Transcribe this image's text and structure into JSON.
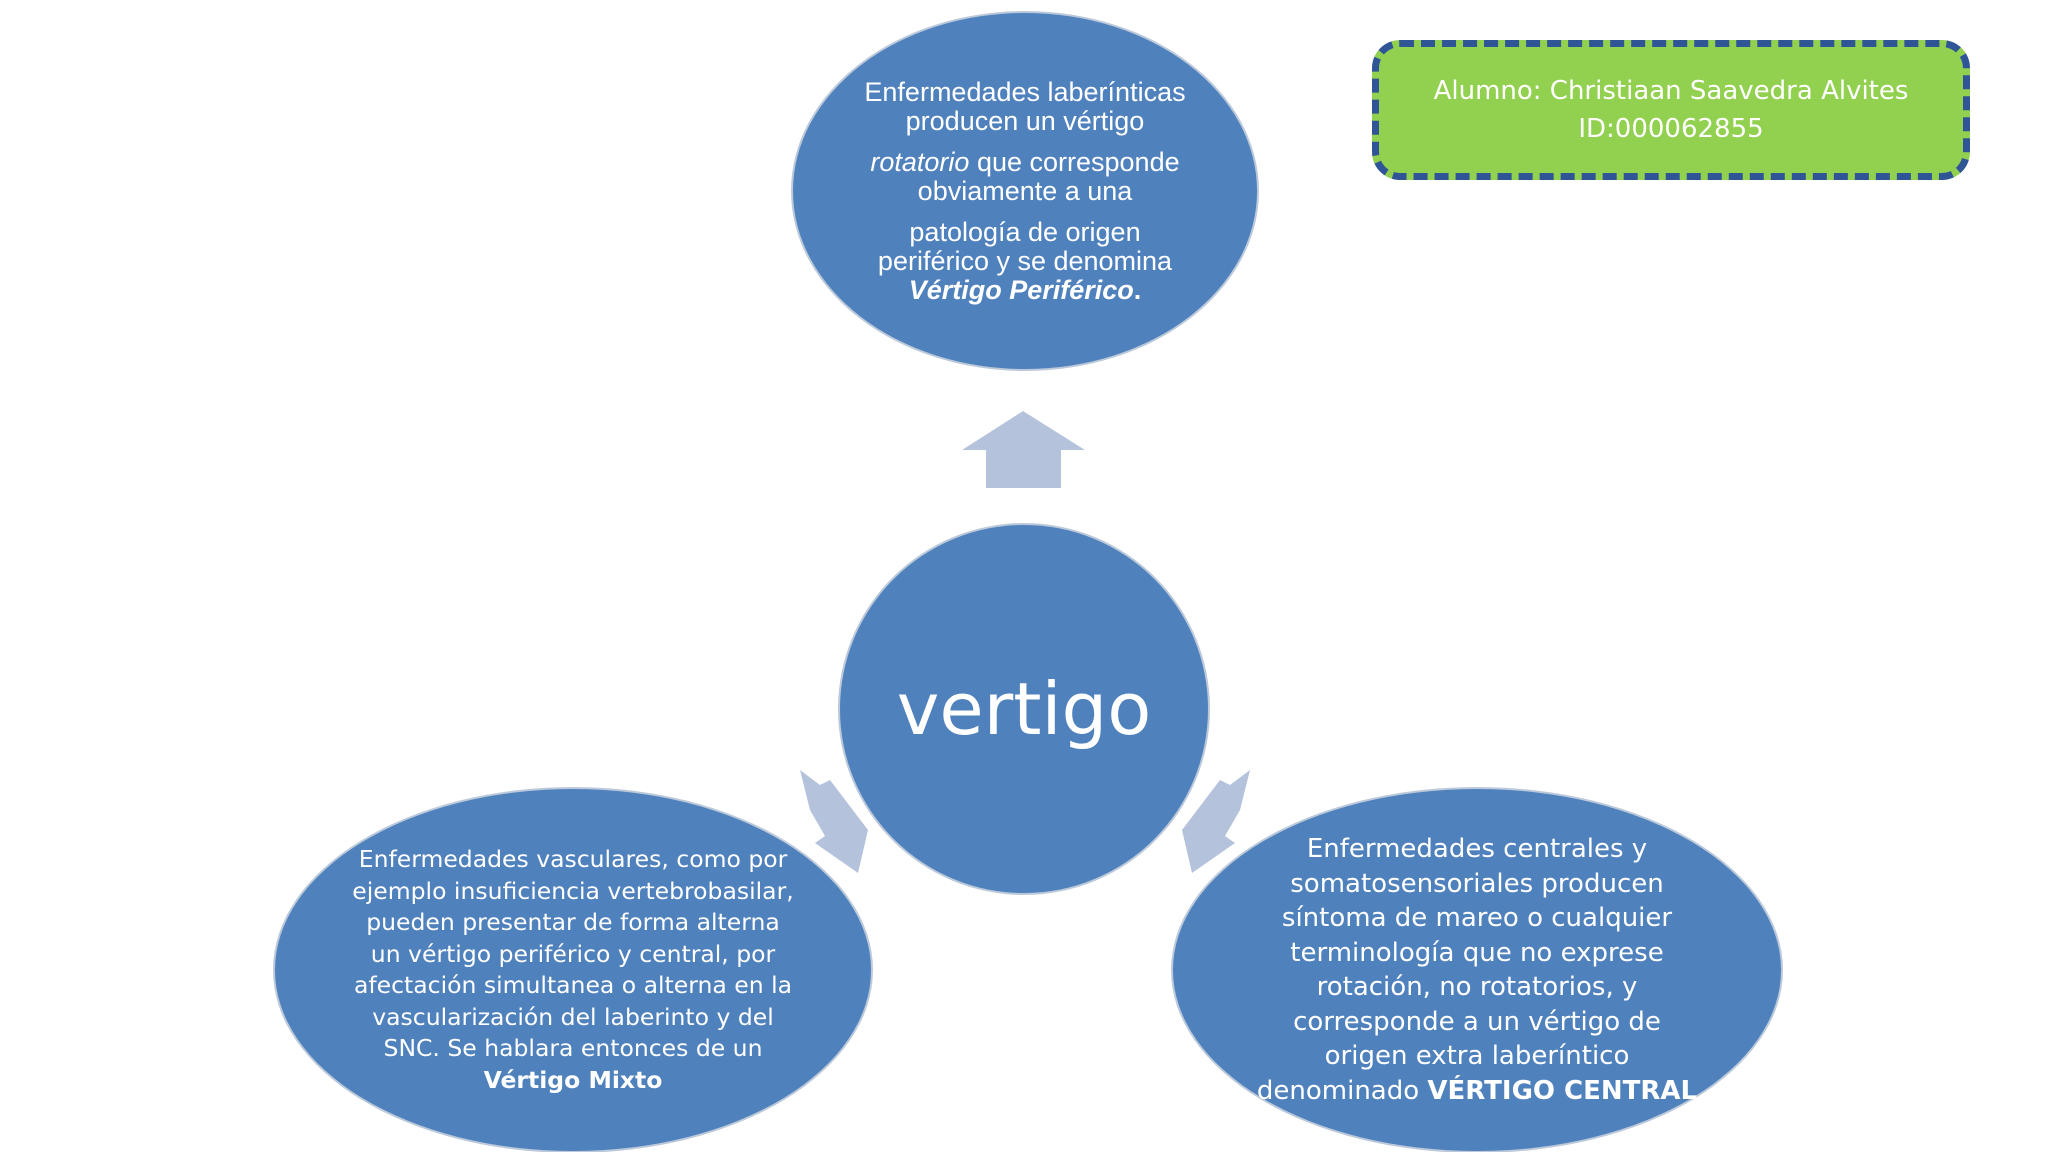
{
  "student": {
    "name_line": "Alumno: Christiaan Saavedra Alvites",
    "id_line": "ID:000062855"
  },
  "center": {
    "label": "vertigo"
  },
  "top": {
    "p1": "Enfermedades laberínticas producen un vértigo",
    "p2_italic": "rotatorio",
    "p2_rest": " que corresponde obviamente a una",
    "p3": "patología de origen periférico y se denomina ",
    "p3_bold": "Vértigo Periférico",
    "p3_end": "."
  },
  "left": {
    "text": "Enfermedades vasculares, como por ejemplo insuficiencia vertebrobasilar, pueden presentar de forma alterna un vértigo periférico y central, por afectación simultanea o alterna en la vascularización del laberinto y del SNC. Se hablara entonces de un ",
    "bold": "Vértigo Mixto"
  },
  "right": {
    "text": "Enfermedades centrales y somatosensoriales producen síntoma de mareo o cualquier terminología que no exprese rotación, no rotatorios, y corresponde a un vértigo de origen extra laberíntico denominado ",
    "bold": "VÉRTIGO CENTRAL"
  },
  "colors": {
    "node_fill": "#4f81bd",
    "arrow_fill": "#b4c2dc",
    "student_fill": "#92d050",
    "student_border": "#2f5597"
  }
}
